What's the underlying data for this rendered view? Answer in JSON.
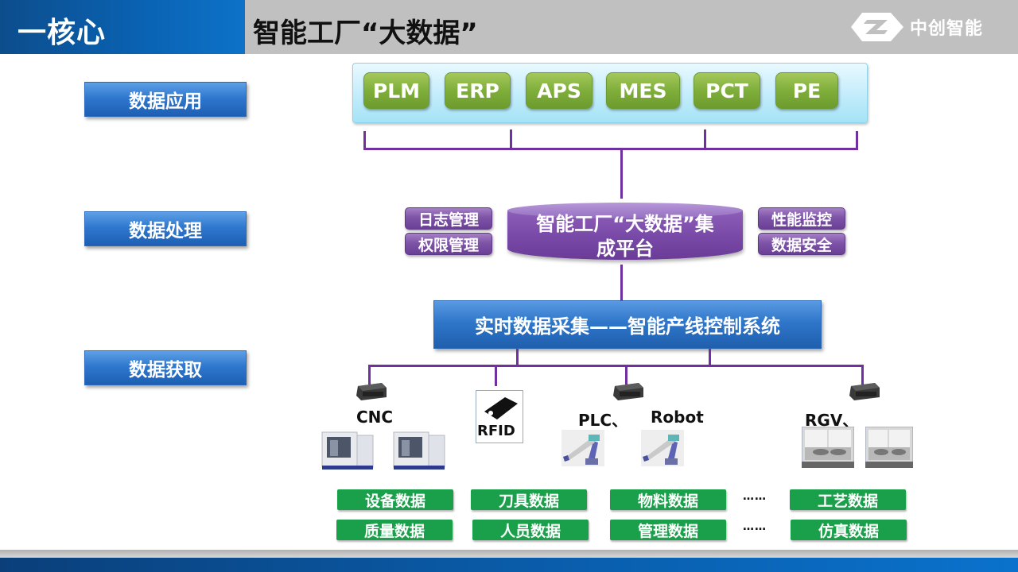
{
  "header": {
    "section_title": "一核心",
    "title": "智能工厂“大数据”",
    "logo_text": "中创智能"
  },
  "layers": [
    {
      "label": "数据应用"
    },
    {
      "label": "数据处理"
    },
    {
      "label": "数据获取"
    }
  ],
  "applications": [
    "PLM",
    "ERP",
    "APS",
    "MES",
    "PCT",
    "PE"
  ],
  "processing": {
    "left_items": [
      "日志管理",
      "权限管理"
    ],
    "platform": "智能工厂“大数据”集成平台",
    "right_items": [
      "性能监控",
      "数据安全"
    ]
  },
  "acquisition": {
    "system": "实时数据采集——智能产线控制系统",
    "devices": [
      {
        "label": "CNC",
        "icon": "cnc-machine"
      },
      {
        "label": "RFID",
        "icon": "rfid-tag"
      },
      {
        "label": "PLC、",
        "icon": "robot-arm"
      },
      {
        "label": "Robot",
        "icon": "robot-arm"
      },
      {
        "label": "RGV、",
        "icon": "rgv-cart"
      }
    ]
  },
  "data_types": {
    "row1": [
      "设备数据",
      "刀具数据",
      "物料数据",
      "……",
      "工艺数据"
    ],
    "row2": [
      "质量数据",
      "人员数据",
      "管理数据",
      "……",
      "仿真数据"
    ]
  },
  "colors": {
    "header_blue": "#0a63b4",
    "header_gray": "#c0c0c0",
    "connector_purple": "#7030a0",
    "app_green": "#7fae3b",
    "tag_green": "#1aa04a"
  }
}
